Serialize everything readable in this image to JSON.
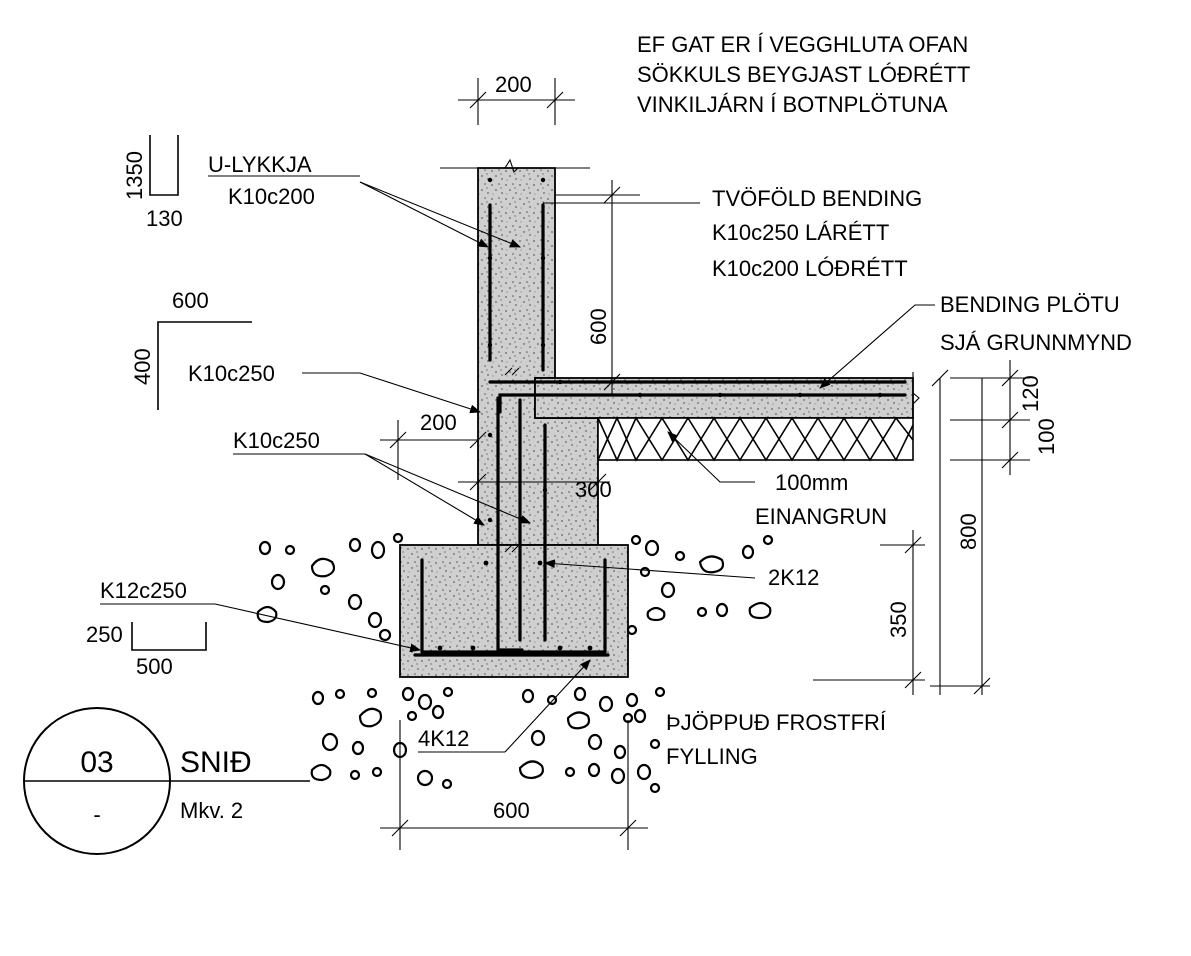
{
  "notes": {
    "hole_note_line1": "EF GAT ER Í VEGGHLUTA OFAN",
    "hole_note_line2": "SÖKKULS BEYGJAST LÓÐRÉTT",
    "hole_note_line3": "VINKILJÁRN Í BOTNPLÖTUNA"
  },
  "dims": {
    "wall_width": "200",
    "wall_rebar_600": "600",
    "slab_120": "120",
    "slab_100": "100",
    "total_800": "800",
    "footing_350": "350",
    "wall_lower_200": "200",
    "wall_lower_300": "300",
    "footing_width": "600"
  },
  "labels": {
    "u_loop_title": "U-LYKKJA",
    "u_loop_spec": "K10c200",
    "double_rebar_line1": "TVÖFÖLD BENDING",
    "double_rebar_line2": "K10c250 LÁRÉTT",
    "double_rebar_line3": "K10c200 LÓÐRÉTT",
    "slab_rebar_line1": "BENDING PLÖTU",
    "slab_rebar_line2": "SJÁ GRUNNMYND",
    "k10c250_a": "K10c250",
    "k10c250_b": "K10c250",
    "insulation_line1": "100mm",
    "insulation_line2": "EINANGRUN",
    "bars_2k12": "2K12",
    "footing_bars": "K12c250",
    "bars_4k12": "4K12",
    "fill_line1": "ÞJÖPPUÐ FROSTFRÍ",
    "fill_line2": "FYLLING"
  },
  "shapes": {
    "u_loop_1350": "1350",
    "u_loop_130": "130",
    "angle_600": "600",
    "angle_400": "400",
    "footing_u_250": "250",
    "footing_u_500": "500"
  },
  "title_block": {
    "section_number": "03",
    "section_title": "SNIÐ",
    "sheet": "-",
    "scale": "Mkv. 2"
  }
}
